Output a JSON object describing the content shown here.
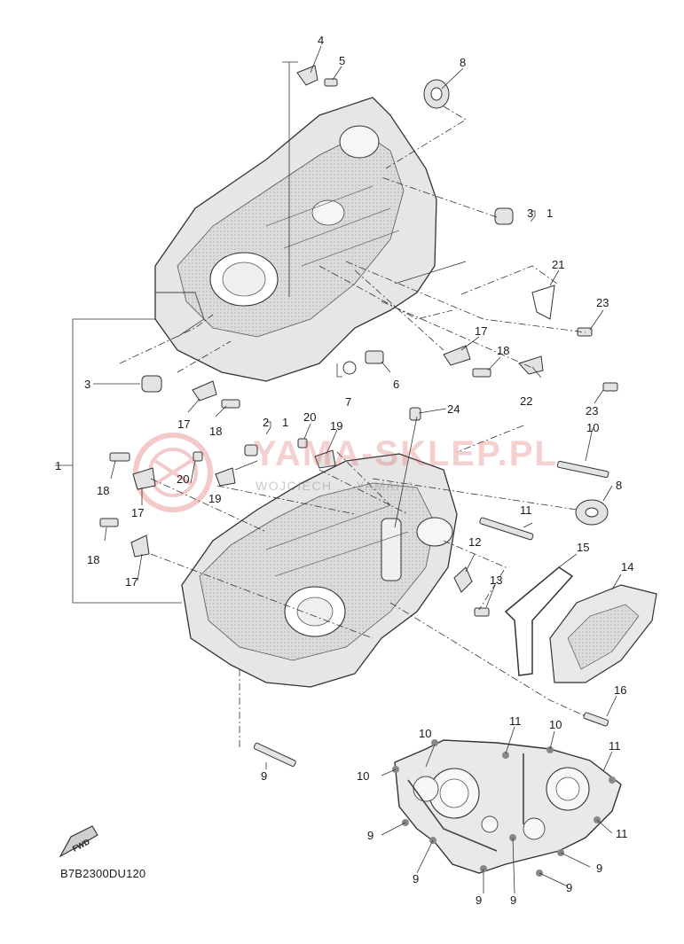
{
  "diagram_code": "B7B2300DU120",
  "fwd_label": "FWD",
  "watermark": {
    "title": "YAMA-SKLEP.PL",
    "subtitle": "WOJCIECH ... YAMAHA"
  },
  "callouts": {
    "c1": "1",
    "c2": "2",
    "c2b": "1",
    "c3a": "3",
    "c3b": "1",
    "c3c": "3",
    "c4": "4",
    "c5": "5",
    "c6": "6",
    "c7": "7",
    "c8a": "8",
    "c8b": "8",
    "c9a": "9",
    "c9b": "9",
    "c9c": "9",
    "c9d": "9",
    "c9e": "9",
    "c9f": "9",
    "c9g": "9",
    "c10a": "10",
    "c10b": "10",
    "c10c": "10",
    "c10d": "10",
    "c11a": "11",
    "c11b": "11",
    "c11c": "11",
    "c11d": "11",
    "c12": "12",
    "c13": "13",
    "c14": "14",
    "c15": "15",
    "c16": "16",
    "c17a": "17",
    "c17b": "17",
    "c17c": "17",
    "c17d": "17",
    "c18a": "18",
    "c18b": "18",
    "c18c": "18",
    "c18d": "18",
    "c19a": "19",
    "c19b": "19",
    "c20a": "20",
    "c20b": "20",
    "c21": "21",
    "c22": "22",
    "c23a": "23",
    "c23b": "23",
    "c24": "24"
  }
}
